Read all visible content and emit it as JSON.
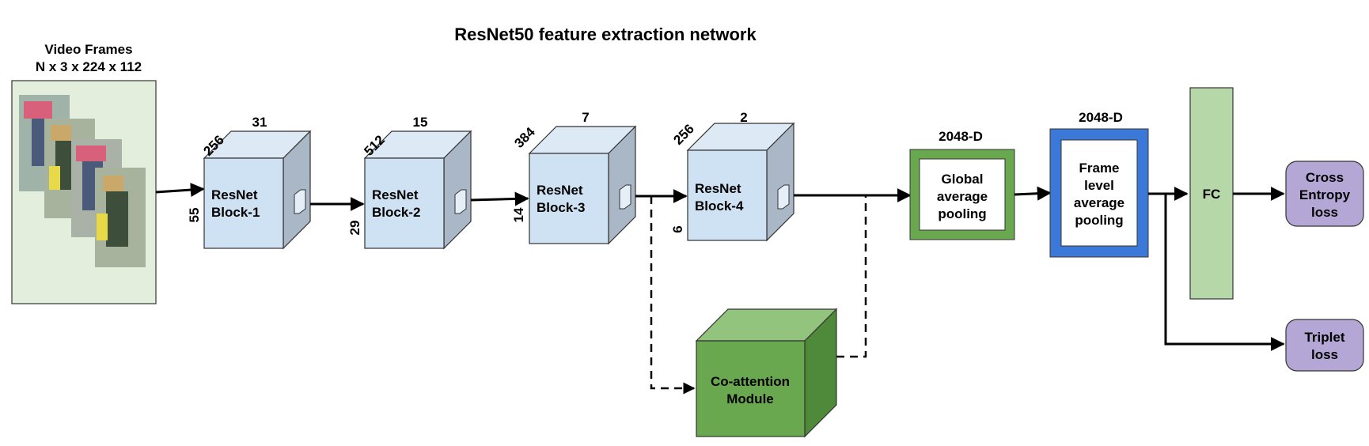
{
  "title": "ResNet50 feature extraction network",
  "input": {
    "label_line1": "Video Frames",
    "label_line2": "N x 3 x 224 x 112"
  },
  "blocks": [
    {
      "name_line1": "ResNet",
      "name_line2": "Block-1",
      "depth": "256",
      "width": "31",
      "height": "55"
    },
    {
      "name_line1": "ResNet",
      "name_line2": "Block-2",
      "depth": "512",
      "width": "15",
      "height": "29"
    },
    {
      "name_line1": "ResNet",
      "name_line2": "Block-3",
      "depth": "384",
      "width": "7",
      "height": "14"
    },
    {
      "name_line1": "ResNet",
      "name_line2": "Block-4",
      "depth": "256",
      "width": "2",
      "height": "6"
    }
  ],
  "coattention": {
    "line1": "Co-attention",
    "line2": "Module"
  },
  "gap": {
    "dim": "2048-D",
    "line1": "Global",
    "line2": "average",
    "line3": "pooling"
  },
  "flap": {
    "dim": "2048-D",
    "line1": "Frame",
    "line2": "level",
    "line3": "average",
    "line4": "pooling"
  },
  "fc": {
    "label": "FC"
  },
  "losses": {
    "ce": {
      "line1": "Cross",
      "line2": "Entropy",
      "line3": "loss"
    },
    "triplet": {
      "line1": "Triplet",
      "line2": "loss"
    }
  },
  "colors": {
    "block_front": "#cfe2f3",
    "block_top": "#dde9f5",
    "block_side": "#a9b7c6",
    "input_bg": "#e3eedc",
    "gap_border": "#6aa84f",
    "flap_border": "#3c78d8",
    "fc_fill": "#b6d7a8",
    "loss_fill": "#b4a7d6",
    "coatt_front": "#6aa84f",
    "coatt_top": "#93c47d",
    "coatt_side": "#4f8a3a"
  }
}
